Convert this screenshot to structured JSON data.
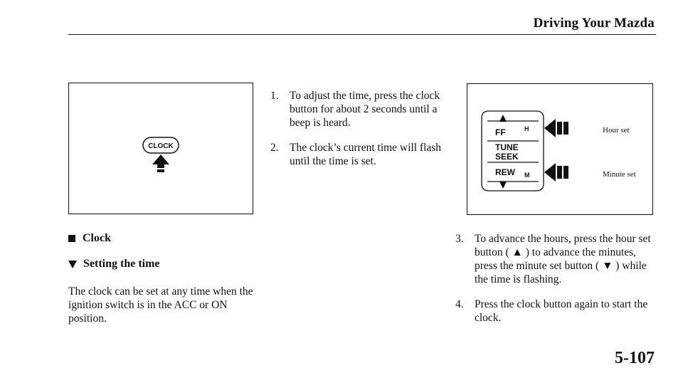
{
  "header": {
    "title": "Driving Your Mazda"
  },
  "figure_left": {
    "button_label": "CLOCK"
  },
  "figure_right": {
    "keys": {
      "ff": "FF",
      "h": "H",
      "tune": "TUNE",
      "seek": "SEEK",
      "rew": "REW",
      "m": "M"
    },
    "hour_set": "Hour set",
    "minute_set": "Minute set"
  },
  "section": {
    "title": "Clock",
    "subtitle": "Setting the time"
  },
  "body_left": "The clock can be set at any time when the ignition switch is in the ACC or ON position.",
  "steps": [
    {
      "num": "1.",
      "text": "To adjust the time, press the clock button for about 2 seconds until a beep is heard."
    },
    {
      "num": "2.",
      "text": "The clock’s current time will flash until the time is set."
    },
    {
      "num": "3.",
      "text": "To advance the hours, press the hour set button ( ▲ ) to advance the minutes, press the minute set button ( ▼ ) while the time is flashing."
    },
    {
      "num": "4.",
      "text": "Press the clock button again to start the clock."
    }
  ],
  "page_number": "5-107"
}
